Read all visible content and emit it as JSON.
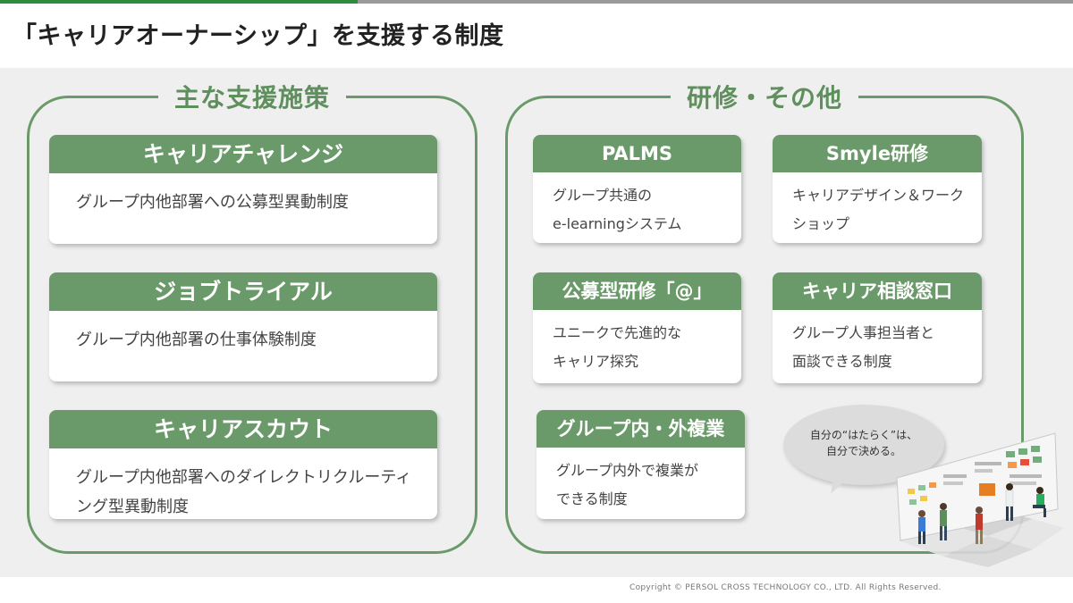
{
  "title": "「キャリアオーナーシップ」を支援する制度",
  "main_measures": {
    "heading": "主な支援施策",
    "cards": [
      {
        "title": "キャリアチャレンジ",
        "lines": [
          "グループ内他部署への公募型異動制度"
        ]
      },
      {
        "title": "ジョブトライアル",
        "lines": [
          "グループ内他部署の仕事体験制度"
        ]
      },
      {
        "title": "キャリアスカウト",
        "lines": [
          "グループ内他部署へのダイレクトリクルーティ",
          "ング型異動制度"
        ]
      }
    ]
  },
  "training_other": {
    "heading": "研修・その他",
    "cards": [
      {
        "title": "PALMS",
        "lines": [
          "グループ共通の",
          "e-learningシステム"
        ]
      },
      {
        "title": "Smyle研修",
        "lines": [
          "キャリアデザイン＆ワーク",
          "ショップ"
        ]
      },
      {
        "title": "公募型研修「@」",
        "lines": [
          "ユニークで先進的な",
          "キャリア探究"
        ]
      },
      {
        "title": "キャリア相談窓口",
        "lines": [
          "グループ人事担当者と",
          "面談できる制度"
        ]
      },
      {
        "title": "グループ内・外複業",
        "lines": [
          "グループ内外で複業が",
          "できる制度"
        ]
      }
    ]
  },
  "speech_bubble": {
    "lines": [
      "自分の“はたらく”は、",
      "自分で決める。"
    ]
  },
  "copyright": "Copyright © PERSOL CROSS TECHNOLOGY CO., LTD. All Rights Reserved.",
  "colors": {
    "accent_green": "#6b9a6a",
    "heading_green": "#5e8f5d",
    "top_accent": "#2e8b3e",
    "background": "#efefef"
  }
}
